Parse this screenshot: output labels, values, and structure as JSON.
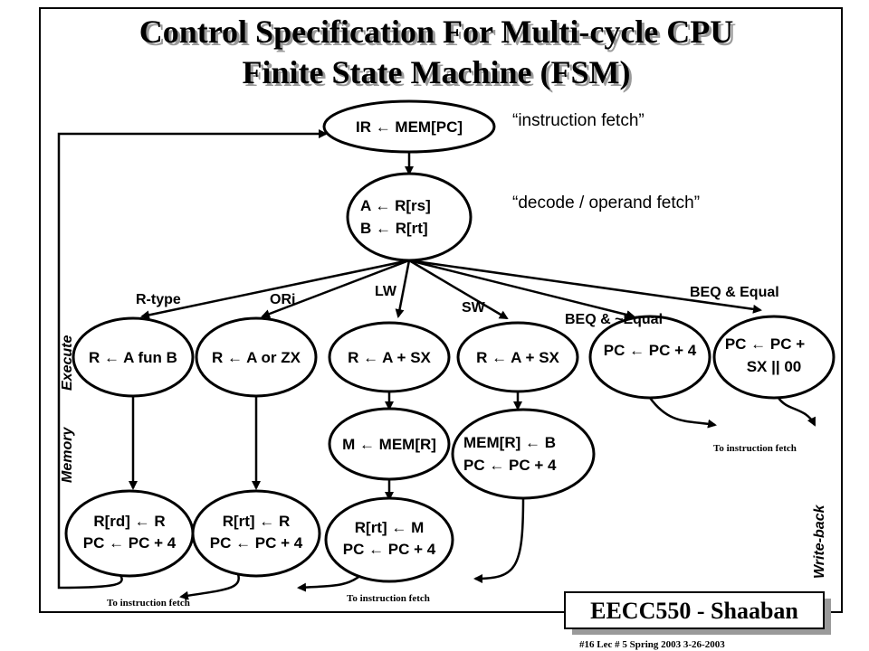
{
  "title_line1": "Control Specification For Multi-cycle CPU",
  "title_line2": "Finite State Machine (FSM)",
  "states": {
    "fetch": "IR  ←  MEM[PC]",
    "decode_a": "A  ←  R[rs]",
    "decode_b": "B  ←  R[rt]",
    "rtype_exec": "R  ←  A fun B",
    "ori_exec": "R  ←  A or ZX",
    "lw_exec": "R  ←  A + SX",
    "sw_exec": "R  ←  A + SX",
    "beq_ne": "PC  ←  PC + 4",
    "beq_eq_1": "PC  ←  PC +",
    "beq_eq_2": "SX || 00",
    "lw_mem": "M  ←  MEM[R]",
    "sw_mem_1": "MEM[R]  ←  B",
    "sw_mem_2": "PC  ←  PC + 4",
    "rtype_wb_1": "R[rd]  ←  R",
    "rtype_wb_2": "PC ←  PC + 4",
    "ori_wb_1": "R[rt]  ←  R",
    "ori_wb_2": "PC  ←  PC + 4",
    "lw_wb_1": "R[rt]  ←  M",
    "lw_wb_2": "PC  ←  PC + 4"
  },
  "notes": {
    "fetch": "“instruction fetch”",
    "decode": "“decode / operand fetch”"
  },
  "branch_labels": {
    "rtype": "R-type",
    "ori": "ORi",
    "lw": "LW",
    "sw": "SW",
    "beq_ne": "BEQ & ~Equal",
    "beq_eq": "BEQ & Equal"
  },
  "to_fetch": "To instruction fetch",
  "phases": {
    "execute": "Execute",
    "memory": "Memory",
    "writeback": "Write-back"
  },
  "brand": "EECC550 - Shaaban",
  "footer": "#16   Lec # 5  Spring 2003  3-26-2003"
}
